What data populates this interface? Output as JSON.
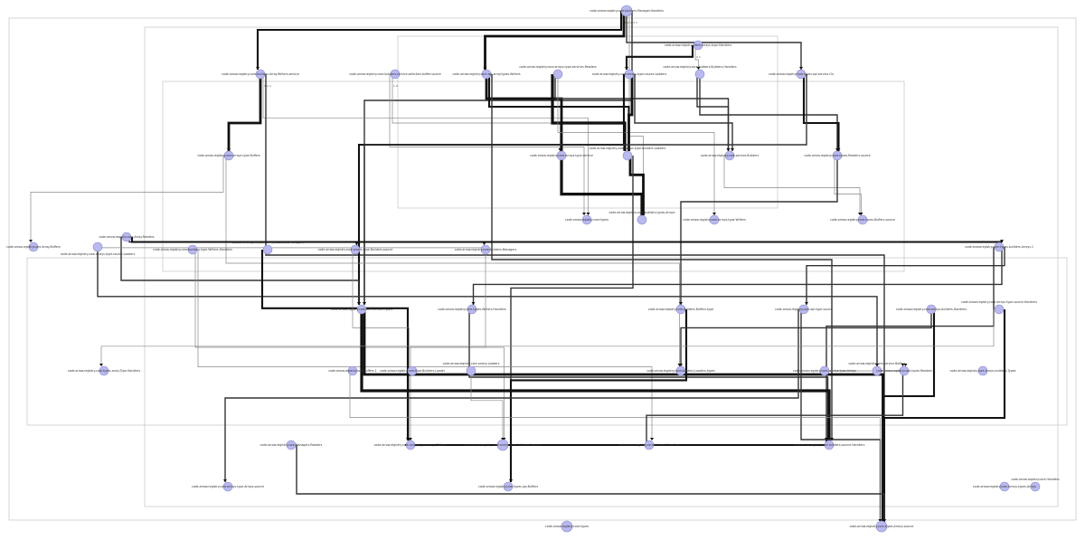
{
  "diagram": {
    "type": "dependency-graph",
    "node_color": "#b9b9ee",
    "nodes": [
      {
        "id": 0,
        "label": "code.arrow.registry.core.builders.Manager.Handlers"
      },
      {
        "id": 1,
        "label": "code.arrow.registry.client.arrays.type.Handlers"
      },
      {
        "id": 2,
        "label": "code.arrow.registry.core.builders.Array.Writers.service"
      },
      {
        "id": 3,
        "label": "code.arrow.registry.core.builders.service.selection.buffer.source"
      },
      {
        "id": 4,
        "label": "code.arrow.registry.core.api.array.types.Writers"
      },
      {
        "id": 5,
        "label": "code.arrow.registry.core.arrays.type.services.Readers"
      },
      {
        "id": 6,
        "label": "code.arrow.registry.core.arrays.type.source.Loaders"
      },
      {
        "id": 7,
        "label": "code.arrow.registry.core.builders.Builders.Handlers"
      },
      {
        "id": 8,
        "label": "code.arrow.registry.core.types.api.service.Cls"
      },
      {
        "id": 9,
        "label": "code.arrow.registry.core.arrays.type.Buffers"
      },
      {
        "id": 10,
        "label": "code.arrow.registry.core.arrays.type.service"
      },
      {
        "id": 11,
        "label": "code.arrow.registry.core.arrays.type.builders.Loaders"
      },
      {
        "id": 12,
        "label": "code.arrow.registry.core.service.Builders"
      },
      {
        "id": 13,
        "label": "code.arrow.registry.core.types.Readers.source"
      },
      {
        "id": 14,
        "label": "code.arrow.registry.core.types"
      },
      {
        "id": 15,
        "label": "code.arrow.registry.core.builders.types.Arrays"
      },
      {
        "id": 16,
        "label": "code.arrow.registry.core.arrays.type.Writers"
      },
      {
        "id": 17,
        "label": "code.arrow.registry.core.types.Buffers.source"
      },
      {
        "id": 18,
        "label": "code.arrow.registry.core.Array.Readers"
      },
      {
        "id": 19,
        "label": "code.arrow.registry.core.Array.Buffers"
      },
      {
        "id": 20,
        "label": "code.arrow.registry.core.arrays.type.source.Loaders"
      },
      {
        "id": 21,
        "label": "code.arrow.registry.core.builders.type.Writers.Handlers"
      },
      {
        "id": 22,
        "label": "code.arrow.registry.core.arrays.Loaders.Managers"
      },
      {
        "id": 23,
        "label": "code.arrow.registry.core.arrays.type.Builders.source"
      },
      {
        "id": 24,
        "label": "code.arrow.registry.core.builders.Managers"
      },
      {
        "id": 25,
        "label": "code.arrow.registry.core.types.builders.Arrays.1"
      },
      {
        "id": 26,
        "label": "code.arrow.registry.core.types.Writers.Handlers"
      },
      {
        "id": 27,
        "label": "code.arrow.registry.core.service.core.types"
      },
      {
        "id": 28,
        "label": "code.arrow.registry.core.builders.Buffers.type"
      },
      {
        "id": 29,
        "label": "code.arrow.registry.core.api.type.source"
      },
      {
        "id": 30,
        "label": "code.arrow.registry.core.arrays.builders.Handlers"
      },
      {
        "id": 31,
        "label": "code.arrow.registry.core.arrays.type.source.Handlers"
      },
      {
        "id": 32,
        "label": "code.arrow.registry.core.types.array.Type.Handlers"
      },
      {
        "id": 33,
        "label": "code.arrow.registry.core.Buffers.1"
      },
      {
        "id": 34,
        "label": "code.arrow.registry.core.type.Builders.Loader"
      },
      {
        "id": 35,
        "label": "code.arrow.registry.core.arrays.Loaders"
      },
      {
        "id": 36,
        "label": "code.arrow.registry.core.builders.Loaders.types"
      },
      {
        "id": 37,
        "label": "code.arrow.registry.core.service.type.Arrays"
      },
      {
        "id": 38,
        "label": "code.arrow.registry.core.service.Buffers"
      },
      {
        "id": 39,
        "label": "code.arrow.registry.core.arrays.builders.Types"
      },
      {
        "id": 40,
        "label": "code.arrow.registry.core.Managers.Readers"
      },
      {
        "id": 41,
        "label": "code.arrow.registry.core.arrays.type.arrays.Writers"
      },
      {
        "id": 42,
        "label": "code.arrow.registry.core.arrays.type.builders.Loaders"
      },
      {
        "id": 43,
        "label": "code.arrow.registry.core.builders.Handlers"
      },
      {
        "id": 44,
        "label": "code.arrow.registry.core.builders.source.Handlers"
      },
      {
        "id": 45,
        "label": "code.arrow.registry.core.arrays.type.Arrays.source"
      },
      {
        "id": 46,
        "label": "code.arrow.registry.core.types.api.Buffers"
      },
      {
        "id": 47,
        "label": "code.arrow.registry.core.arrays.types.Arrays"
      },
      {
        "id": 48,
        "label": "code.arrow.registry.core.Handlers"
      },
      {
        "id": 49,
        "label": "code.arrow.registry.core.types"
      },
      {
        "id": 50,
        "label": "code.arrow.registry.core.types.Arrays.source"
      },
      {
        "id": 51,
        "label": "code.arrow.registry.core.types.Readers"
      }
    ],
    "edges": [
      [
        0,
        2,
        3
      ],
      [
        0,
        4,
        4
      ],
      [
        0,
        8,
        2
      ],
      [
        0,
        15,
        1
      ],
      [
        0,
        27,
        2
      ],
      [
        1,
        6,
        3
      ],
      [
        1,
        7,
        1
      ],
      [
        2,
        9,
        4
      ],
      [
        2,
        14,
        1
      ],
      [
        2,
        50,
        2
      ],
      [
        3,
        14,
        1
      ],
      [
        3,
        10,
        1
      ],
      [
        4,
        10,
        4
      ],
      [
        4,
        11,
        3
      ],
      [
        4,
        44,
        2
      ],
      [
        5,
        11,
        6
      ],
      [
        5,
        12,
        2
      ],
      [
        5,
        16,
        1
      ],
      [
        6,
        11,
        4
      ],
      [
        6,
        12,
        2
      ],
      [
        6,
        27,
        3
      ],
      [
        7,
        12,
        2
      ],
      [
        7,
        13,
        2
      ],
      [
        8,
        13,
        3
      ],
      [
        8,
        27,
        2
      ],
      [
        9,
        19,
        1
      ],
      [
        9,
        36,
        1
      ],
      [
        10,
        15,
        5
      ],
      [
        11,
        15,
        4
      ],
      [
        11,
        46,
        2
      ],
      [
        12,
        17,
        1
      ],
      [
        13,
        17,
        1
      ],
      [
        13,
        28,
        2
      ],
      [
        18,
        23,
        2
      ],
      [
        18,
        25,
        3
      ],
      [
        18,
        27,
        2
      ],
      [
        20,
        24,
        1
      ],
      [
        20,
        38,
        2
      ],
      [
        21,
        42,
        1
      ],
      [
        21,
        43,
        1
      ],
      [
        22,
        41,
        3
      ],
      [
        23,
        41,
        1
      ],
      [
        24,
        41,
        1
      ],
      [
        25,
        26,
        2
      ],
      [
        25,
        29,
        2
      ],
      [
        25,
        44,
        2
      ],
      [
        26,
        44,
        2
      ],
      [
        27,
        44,
        6
      ],
      [
        27,
        50,
        4
      ],
      [
        28,
        46,
        3
      ],
      [
        29,
        45,
        2
      ],
      [
        29,
        50,
        2
      ],
      [
        30,
        36,
        2
      ],
      [
        30,
        50,
        3
      ],
      [
        31,
        50,
        3
      ],
      [
        31,
        32,
        1
      ],
      [
        33,
        50,
        1
      ],
      [
        35,
        42,
        1
      ],
      [
        37,
        51,
        1
      ],
      [
        40,
        50,
        2
      ],
      [
        41,
        44,
        3
      ],
      [
        43,
        51,
        2
      ]
    ],
    "edge_labels": [
      "1",
      "2",
      "1",
      "3",
      "1",
      "2",
      "1",
      "4",
      "2",
      "1",
      "1",
      "2"
    ]
  }
}
